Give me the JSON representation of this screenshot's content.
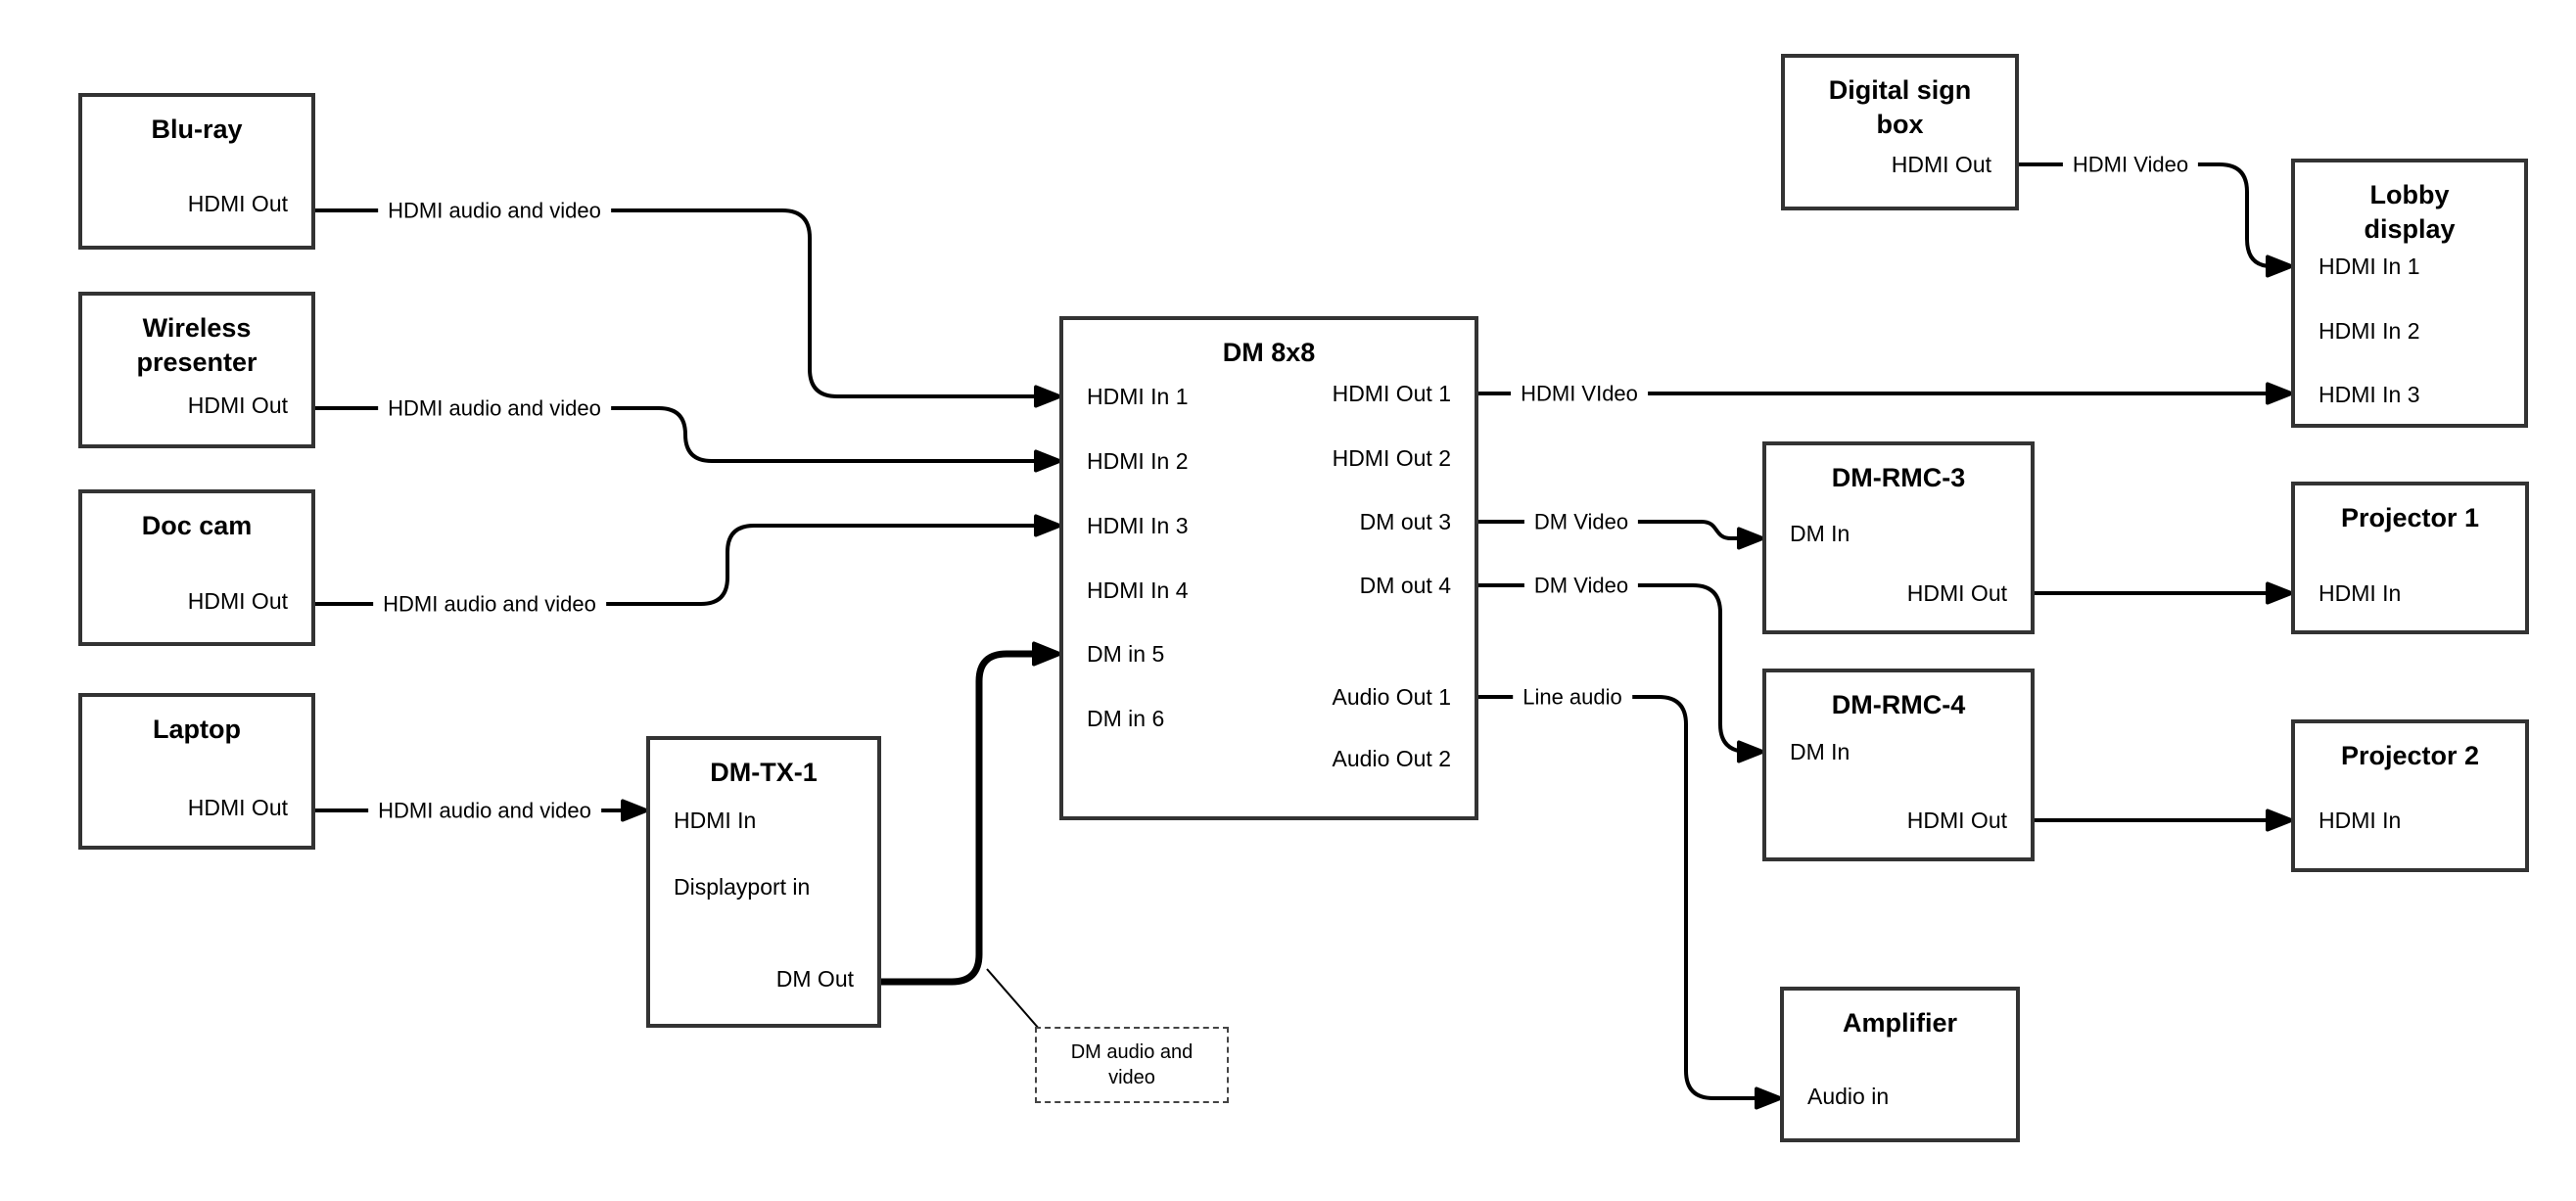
{
  "diagram": {
    "nodes": {
      "bluray": {
        "title_lines": [
          "Blu-ray"
        ],
        "ports": {
          "hdmi_out": "HDMI Out"
        }
      },
      "wireless": {
        "title_lines": [
          "Wireless",
          "presenter"
        ],
        "ports": {
          "hdmi_out": "HDMI Out"
        }
      },
      "doccam": {
        "title_lines": [
          "Doc cam"
        ],
        "ports": {
          "hdmi_out": "HDMI Out"
        }
      },
      "laptop": {
        "title_lines": [
          "Laptop"
        ],
        "ports": {
          "hdmi_out": "HDMI Out"
        }
      },
      "dmtx1": {
        "title_lines": [
          "DM-TX-1"
        ],
        "ports": {
          "hdmi_in": "HDMI In",
          "dp_in": "Displayport in",
          "dm_out": "DM Out"
        }
      },
      "dm8x8": {
        "title_lines": [
          "DM 8x8"
        ],
        "ports": {
          "in1": "HDMI In 1",
          "in2": "HDMI In 2",
          "in3": "HDMI In 3",
          "in4": "HDMI In 4",
          "in5": "DM in 5",
          "in6": "DM in 6",
          "out1": "HDMI Out 1",
          "out2": "HDMI Out 2",
          "out3": "DM out 3",
          "out4": "DM out 4",
          "audio1": "Audio Out 1",
          "audio2": "Audio Out 2"
        }
      },
      "digital_sign": {
        "title_lines": [
          "Digital sign",
          "box"
        ],
        "ports": {
          "hdmi_out": "HDMI Out"
        }
      },
      "lobby": {
        "title_lines": [
          "Lobby",
          "display"
        ],
        "ports": {
          "in1": "HDMI In 1",
          "in2": "HDMI In 2",
          "in3": "HDMI In 3"
        }
      },
      "dmrmc3": {
        "title_lines": [
          "DM-RMC-3"
        ],
        "ports": {
          "dm_in": "DM In",
          "hdmi_out": "HDMI Out"
        }
      },
      "proj1": {
        "title_lines": [
          "Projector 1"
        ],
        "ports": {
          "hdmi_in": "HDMI In"
        }
      },
      "dmrmc4": {
        "title_lines": [
          "DM-RMC-4"
        ],
        "ports": {
          "dm_in": "DM In",
          "hdmi_out": "HDMI Out"
        }
      },
      "proj2": {
        "title_lines": [
          "Projector 2"
        ],
        "ports": {
          "hdmi_in": "HDMI In"
        }
      },
      "amplifier": {
        "title_lines": [
          "Amplifier"
        ],
        "ports": {
          "audio_in": "Audio in"
        }
      }
    },
    "edge_labels": {
      "bluray": "HDMI audio and video",
      "wireless": "HDMI audio and video",
      "doccam": "HDMI audio and video",
      "laptop": "HDMI audio and video",
      "hdmi_video_out1": "HDMI VIdeo",
      "dm_video_out3": "DM Video",
      "dm_video_out4": "DM Video",
      "line_audio": "Line audio",
      "hdmi_video_sign": "HDMI Video"
    },
    "note": {
      "lines": [
        "DM audio and",
        "video"
      ]
    },
    "colors": {
      "background": "#ffffff",
      "box_border": "#333333",
      "line": "#000000",
      "text": "#000000"
    }
  }
}
